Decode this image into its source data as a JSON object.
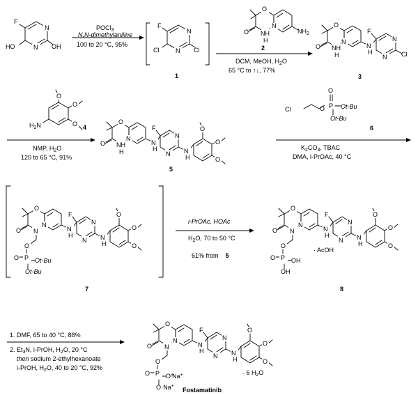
{
  "atoms": {
    "F": "F",
    "N": "N",
    "NH": "NH",
    "H": "H",
    "O": "O",
    "Cl": "Cl",
    "HO": "HO",
    "OH": "OH",
    "NH2": "NH",
    "NH2_sub": "2",
    "H2N": "H",
    "H2N_sub": "2",
    "H2N_N": "N",
    "P": "P",
    "OtBu": "Ot-Bu",
    "Na": "Na",
    "plus": "+"
  },
  "compounds": {
    "c1": "1",
    "c2": "2",
    "c3": "3",
    "c4": "4",
    "c5": "5",
    "c6": "6",
    "c7": "7",
    "c8": "8",
    "final": "Fostamatinib",
    "salt_acoh": "· AcOH",
    "hydrate": "· 6 H",
    "hydrate_sub": "2",
    "hydrate_o": "O"
  },
  "step1": {
    "reagent": "POCl",
    "reagent_sub": "3",
    "base": "N,N-dimethylaniline",
    "conditions": "100 to 20 °C, 95%"
  },
  "step2": {
    "reagent_num": "2",
    "solvent": "DCM, MeOH, H",
    "solvent_sub": "2",
    "solvent_end": "O",
    "conditions": "65 °C to ↑↓, 77%"
  },
  "step3": {
    "reagent_num": "4",
    "solvent": "NMP,  H",
    "solvent_sub": "2",
    "solvent_end": "O",
    "conditions": "120 to 65 °C, 91%"
  },
  "step4": {
    "reagent_num": "6",
    "base": "K",
    "base_sub1": "2",
    "base_mid": "CO",
    "base_sub2": "3",
    "base_end": ", TBAC",
    "solvent": "DMA, i-PrOAc, 40 °C"
  },
  "step5": {
    "reagent": "i-PrOAc, HOAc",
    "solvent": "H",
    "solvent_sub": "2",
    "solvent_end": "O, 70 to 50 °C",
    "yield": "61% from",
    "yield_num": "5"
  },
  "step6": {
    "line1": "1. DMF, 65 to 40 °C, 88%",
    "line2": "2. Et",
    "line2_sub": "3",
    "line2_end": "N, i-PrOH, H",
    "line2_sub2": "2",
    "line2_end2": "O, 20 °C",
    "line3_italic": "then",
    "line3": " sodium 2-ethylhexanoate",
    "line4": "i-PrOH, H",
    "line4_sub": "2",
    "line4_end": "O, 40 to 20 °C, 92%"
  }
}
